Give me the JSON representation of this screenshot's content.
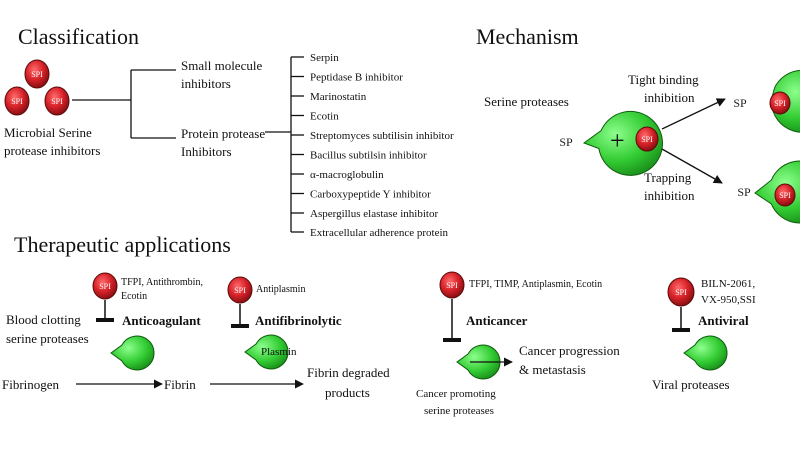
{
  "colors": {
    "inhibitor_red": "#d8232a",
    "protease_green": "#33cc33",
    "line": "#111111"
  },
  "classification": {
    "heading": "Classification",
    "inhibitor_label": "SPI",
    "source_line1": "Microbial Serine",
    "source_line2": "protease inhibitors",
    "small_molecule_line1": "Small molecule",
    "small_molecule_line2": "inhibitors",
    "protein_line1": "Protein protease",
    "protein_line2": "Inhibitors",
    "protein_types": [
      "Serpin",
      "Peptidase B inhibitor",
      "Marinostatin",
      "Ecotin",
      "Streptomyces subtilisin  inhibitor",
      "Bacillus subtilsin inhibitor",
      "α-macroglobulin",
      "Carboxypeptide Y inhibitor",
      "Aspergillus elastase inhibitor",
      "Extracellular adherence protein"
    ]
  },
  "mechanism": {
    "heading": "Mechanism",
    "protease_label": "SP",
    "inhibitor_label": "SPI",
    "serine_proteases": "Serine proteases",
    "plus": "+",
    "tight_line1": "Tight binding",
    "tight_line2": "inhibition",
    "trap_line1": "Trapping",
    "trap_line2": "inhibition"
  },
  "applications": {
    "heading": "Therapeutic applications",
    "inhibitor_label": "SPI",
    "anticoag_inhibitors_line1": "TFPI, Antithrombin,",
    "anticoag_inhibitors_line2": "Ecotin",
    "anticoagulant": "Anticoagulant",
    "clotting_line1": "Blood clotting",
    "clotting_line2": "serine proteases",
    "fibrinogen": "Fibrinogen",
    "fibrin": "Fibrin",
    "antiplasmin": "Antiplasmin",
    "antifibrinolytic": "Antifibrinolytic",
    "plasmin": "Plasmin",
    "fibrin_degraded_line1": "Fibrin degraded",
    "fibrin_degraded_line2": "products",
    "anticancer_inhibitors": "TFPI, TIMP, Antiplasmin, Ecotin",
    "anticancer": "Anticancer",
    "cancer_progression_line1": "Cancer progression",
    "cancer_progression_line2": "& metastasis",
    "cancer_promoting_line1": "Cancer promoting",
    "cancer_promoting_line2": "serine  proteases",
    "antiviral_inhibitors_line1": "BILN-2061,",
    "antiviral_inhibitors_line2": "VX-950,SSI",
    "antiviral": "Antiviral",
    "viral_proteases": "Viral proteases"
  }
}
